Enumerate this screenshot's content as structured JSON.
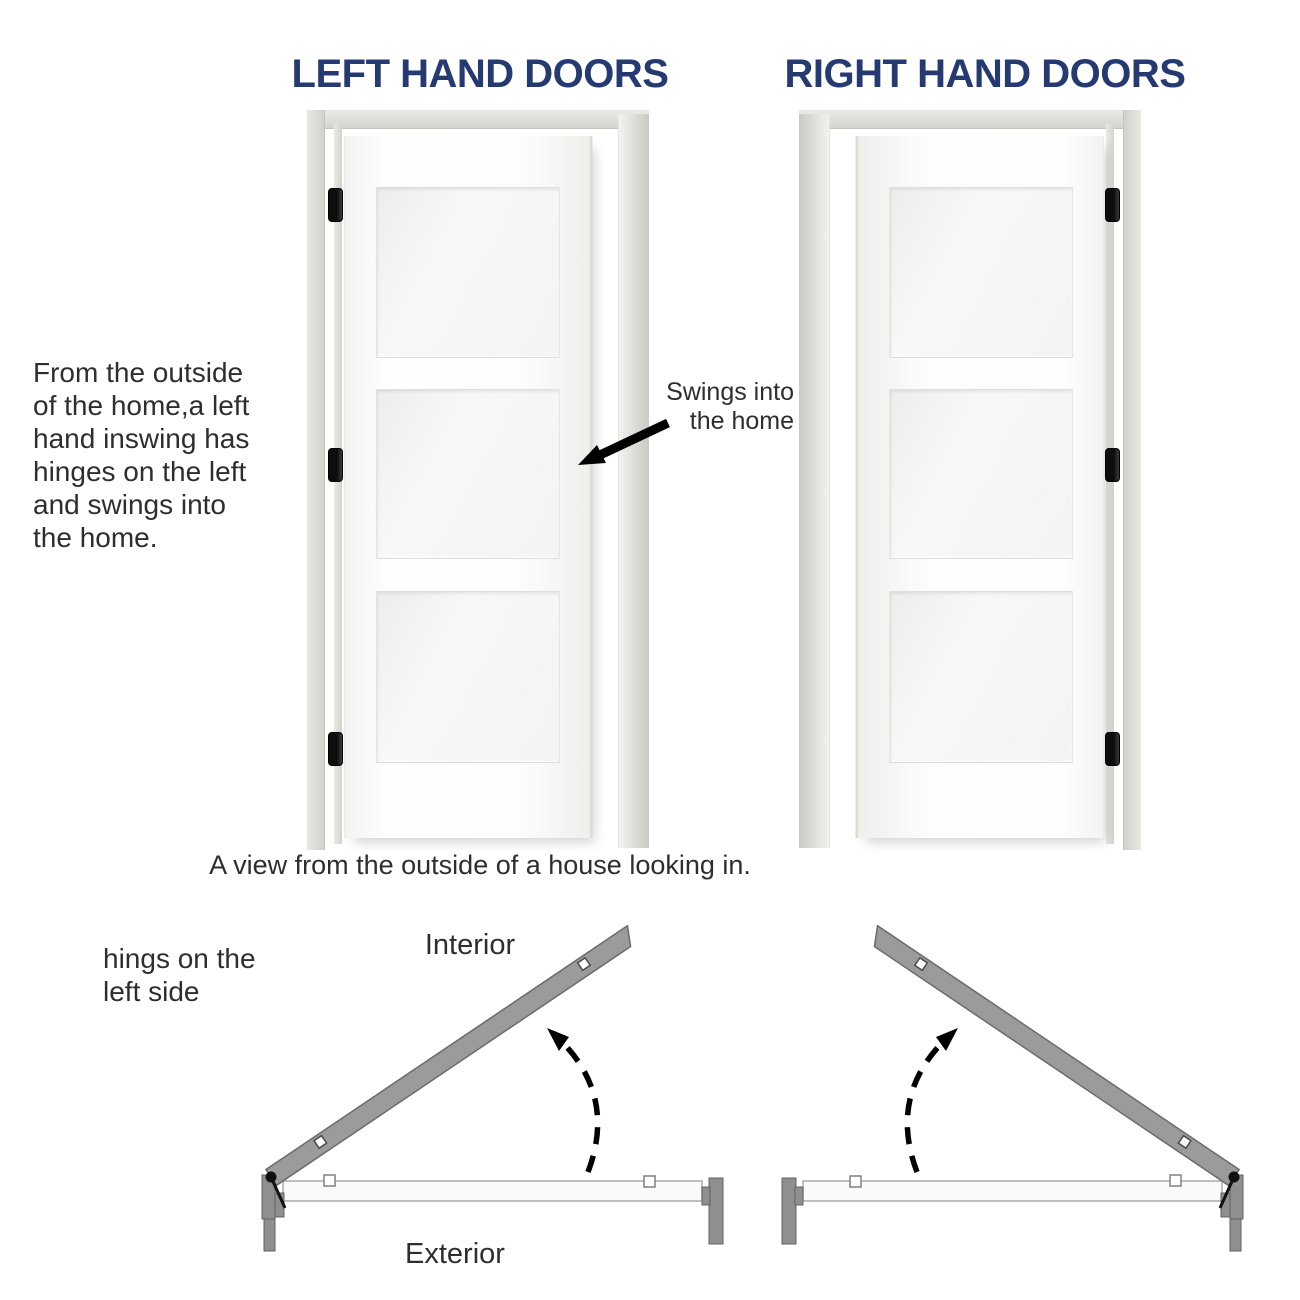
{
  "headings": {
    "left": "LEFT HAND DOORS",
    "right": "RIGHT HAND DOORS"
  },
  "left_note": {
    "text": "From the outside\nof the home,a left\nhand inswing has\nhinges on the left\nand swings into\nthe home."
  },
  "swing_annotation": {
    "text": "Swings into\nthe home"
  },
  "caption": "A view from the outside of a house looking in.",
  "top_view": {
    "hinge_note": "hings on the\nleft side",
    "interior_label": "Interior",
    "exterior_label": "Exterior"
  },
  "figures": {
    "left_door": {
      "hinge_side": "left",
      "panel_count": 3,
      "hinge_count": 3,
      "swing": "inswing"
    },
    "right_door": {
      "hinge_side": "right",
      "panel_count": 3,
      "hinge_count": 3,
      "swing": "inswing"
    }
  },
  "colors": {
    "heading": "#263a72",
    "body_text": "#2e2e2e",
    "frame_gray": "#d9dbd5",
    "hinge_black": "#0d0d0d",
    "open_door_gray": "#9b9b9b",
    "closed_door_light": "#fafafa",
    "jamb_dark_gray": "#8f8f8f",
    "arrow_black": "#000000"
  }
}
